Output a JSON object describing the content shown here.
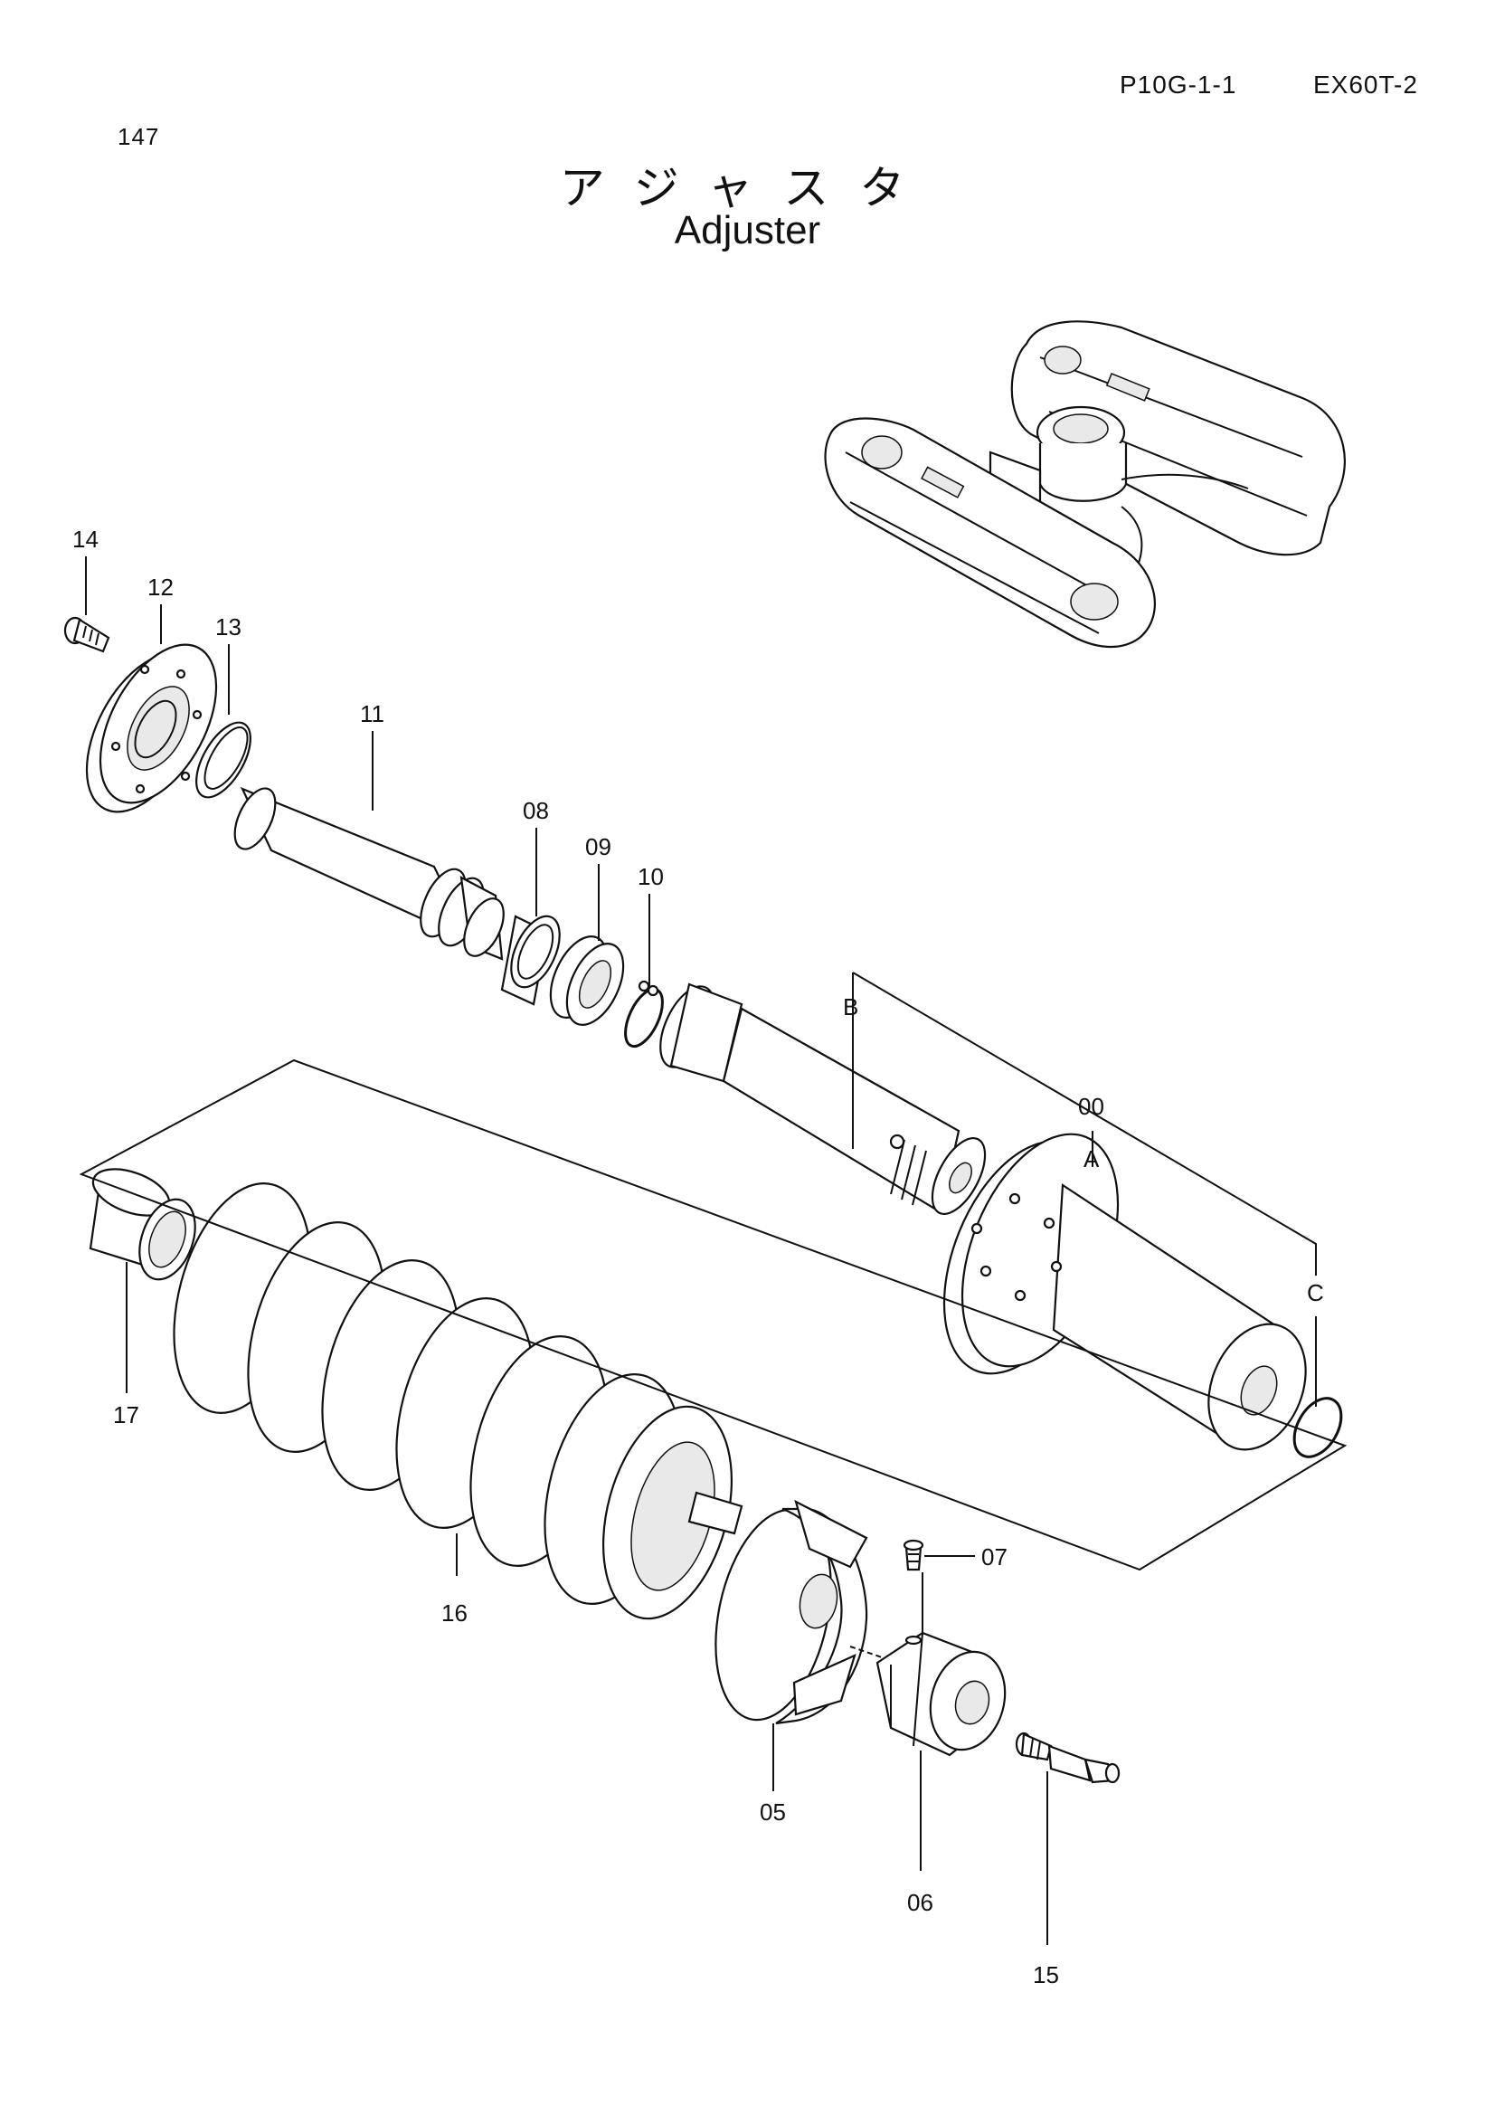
{
  "header": {
    "page_code": "P10G-1-1",
    "model": "EX60T-2",
    "index_number": "147"
  },
  "title": {
    "japanese": "アジャスタ",
    "english": "Adjuster"
  },
  "callouts": {
    "c00": "00",
    "c05": "05",
    "c06": "06",
    "c07": "07",
    "c08": "08",
    "c09": "09",
    "c10": "10",
    "c11": "11",
    "c12": "12",
    "c13": "13",
    "c14": "14",
    "c15": "15",
    "c16": "16",
    "c17": "17",
    "cA": "A",
    "cB": "B",
    "cC": "C"
  }
}
